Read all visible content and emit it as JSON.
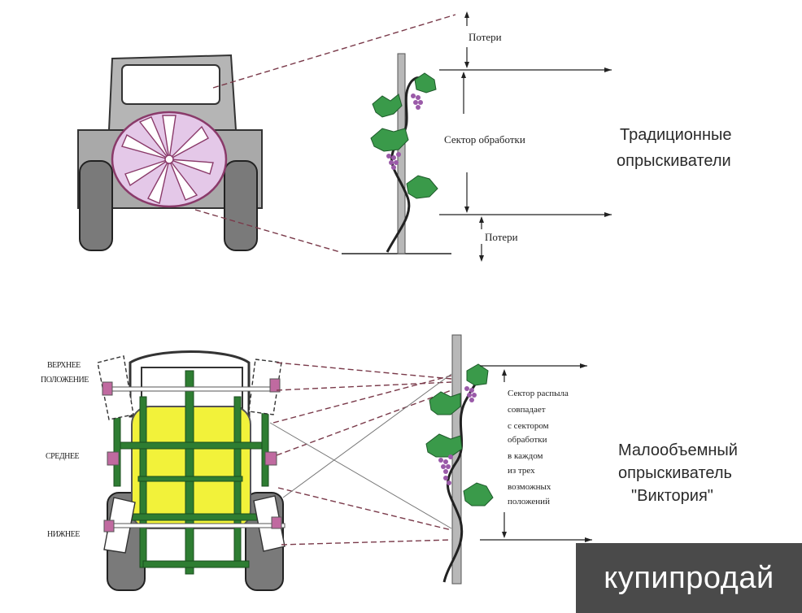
{
  "top": {
    "loss_top": "Потери",
    "sector": "Сектор обработки",
    "loss_bottom": "Потери",
    "caption_line1": "Традиционные",
    "caption_line2": "опрыскиватели"
  },
  "bottom": {
    "pos_upper_line1": "ВЕРХНЕЕ",
    "pos_upper_line2": "ПОЛОЖЕНИЕ",
    "pos_middle": "СРЕДНЕЕ",
    "pos_lower": "НИЖНЕЕ",
    "sector_lines": [
      "Сектор распыла",
      "совпадает",
      "с сектором",
      "обработки",
      "в каждом",
      "из трех",
      "возможных",
      "положений"
    ],
    "caption_line1": "Малообъемный",
    "caption_line2": "опрыскиватель",
    "caption_line3": "\"Виктория\""
  },
  "watermark": "купипродай",
  "colors": {
    "tank": "#f2f23a",
    "frame": "#2e7d32",
    "fan": "#e4c8e8",
    "leaf": "#3a9a4a",
    "grape": "#9a5aa8",
    "tractor_gray": "#b9b9b9"
  }
}
